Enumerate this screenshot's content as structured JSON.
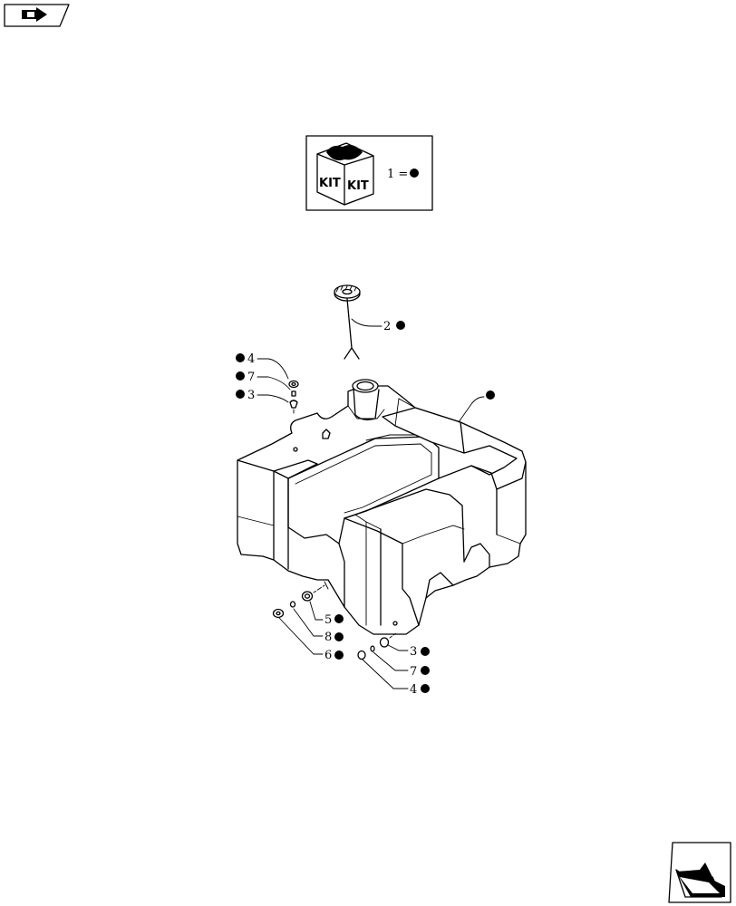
{
  "kit_legend": {
    "badge_word_left": "KIT",
    "badge_word_right": "KIT",
    "equation": "1 ="
  },
  "callouts": [
    {
      "id": "c2",
      "text": "2"
    },
    {
      "id": "c1",
      "text": ""
    },
    {
      "id": "c4a",
      "text": "4"
    },
    {
      "id": "c7a",
      "text": "7"
    },
    {
      "id": "c3a",
      "text": "3"
    },
    {
      "id": "c5",
      "text": "5"
    },
    {
      "id": "c8",
      "text": "8"
    },
    {
      "id": "c6",
      "text": "6"
    },
    {
      "id": "c3b",
      "text": "3"
    },
    {
      "id": "c7b",
      "text": "7"
    },
    {
      "id": "c4b",
      "text": "4"
    }
  ],
  "icons": {
    "top_left": "previous-page-icon",
    "bottom_right": "next-page-icon"
  },
  "colors": {
    "line": "#000000",
    "background": "#ffffff"
  }
}
